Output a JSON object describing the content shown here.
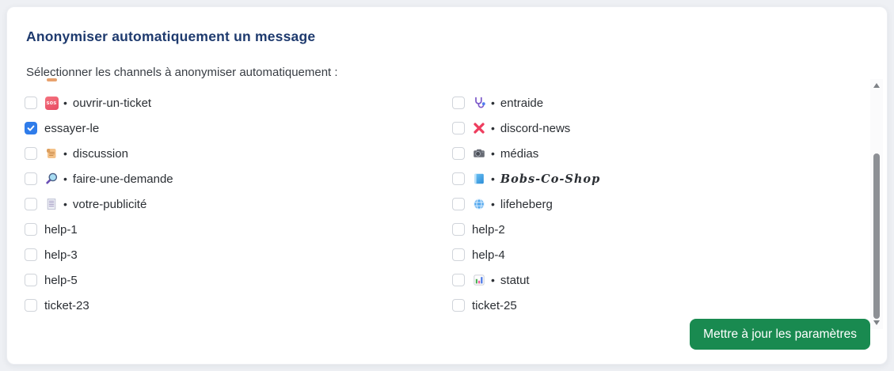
{
  "card": {
    "title": "Anonymiser automatiquement un message",
    "subtitle": "Sélectionner les channels à anonymiser automatiquement :",
    "update_button": "Mettre à jour les paramètres"
  },
  "bullet_char": "•",
  "icons": {
    "sos_text": "sos"
  },
  "clipped_row": {
    "icon": "clipped-emoji"
  },
  "channels": {
    "left": [
      {
        "label": "ouvrir-un-ticket",
        "icon": "sos-badge",
        "checked": false
      },
      {
        "label": "essayer-le",
        "icon": null,
        "checked": true
      },
      {
        "label": "discussion",
        "icon": "scroll",
        "checked": false
      },
      {
        "label": "faire-une-demande",
        "icon": "magnifier",
        "checked": false
      },
      {
        "label": "votre-publicité",
        "icon": "receipt",
        "checked": false
      },
      {
        "label": "help-1",
        "icon": null,
        "checked": false
      },
      {
        "label": "help-3",
        "icon": null,
        "checked": false
      },
      {
        "label": "help-5",
        "icon": null,
        "checked": false
      },
      {
        "label": "ticket-23",
        "icon": null,
        "checked": false
      }
    ],
    "right": [
      {
        "label": "entraide",
        "icon": "stethoscope",
        "checked": false
      },
      {
        "label": "discord-news",
        "icon": "cross-mark",
        "checked": false
      },
      {
        "label": "médias",
        "icon": "camera",
        "checked": false
      },
      {
        "label": "Bobs-Co-Shop",
        "icon": "blue-book",
        "checked": false,
        "script": true
      },
      {
        "label": "lifeheberg",
        "icon": "globe",
        "checked": false
      },
      {
        "label": "help-2",
        "icon": null,
        "checked": false
      },
      {
        "label": "help-4",
        "icon": null,
        "checked": false
      },
      {
        "label": "statut",
        "icon": "bar-chart",
        "checked": false
      },
      {
        "label": "ticket-25",
        "icon": null,
        "checked": false
      }
    ]
  },
  "colors": {
    "title": "#1e3a6e",
    "accent_green": "#198a50",
    "checkbox_checked": "#2f7cea",
    "text": "#2b2f34"
  }
}
